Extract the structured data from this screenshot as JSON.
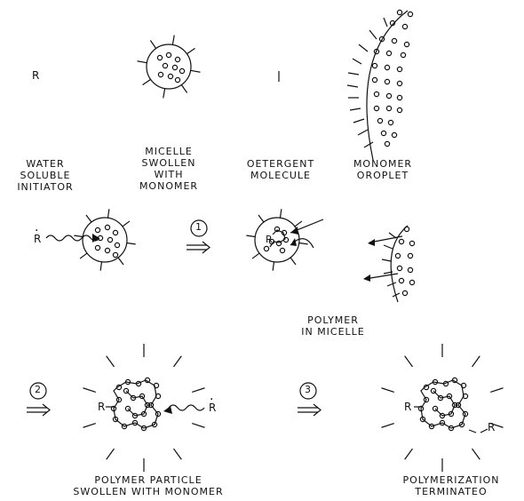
{
  "symbols": {
    "radical": "R",
    "radical_dot": "̇",
    "step1": "1",
    "step2": "2",
    "step3": "3",
    "R": "R"
  },
  "labels": {
    "initiator": [
      "WATER",
      "SOLUBLE",
      "INITIATOR"
    ],
    "micelle": [
      "MICELLE",
      "SWOLLEN",
      "WITH",
      "MONOMER"
    ],
    "detergent": [
      "OETERGENT",
      "MOLECULE"
    ],
    "droplet": [
      "MONOMER",
      "OROPLET"
    ],
    "polymer_in_micelle": [
      "POLYMER",
      "IN MICELLE"
    ],
    "particle": [
      "POLYMER PARTICLE",
      "SWOLLEN WITH MONOMER"
    ],
    "terminated": [
      "POLYMERIZATION",
      "TERMINATEO"
    ]
  }
}
